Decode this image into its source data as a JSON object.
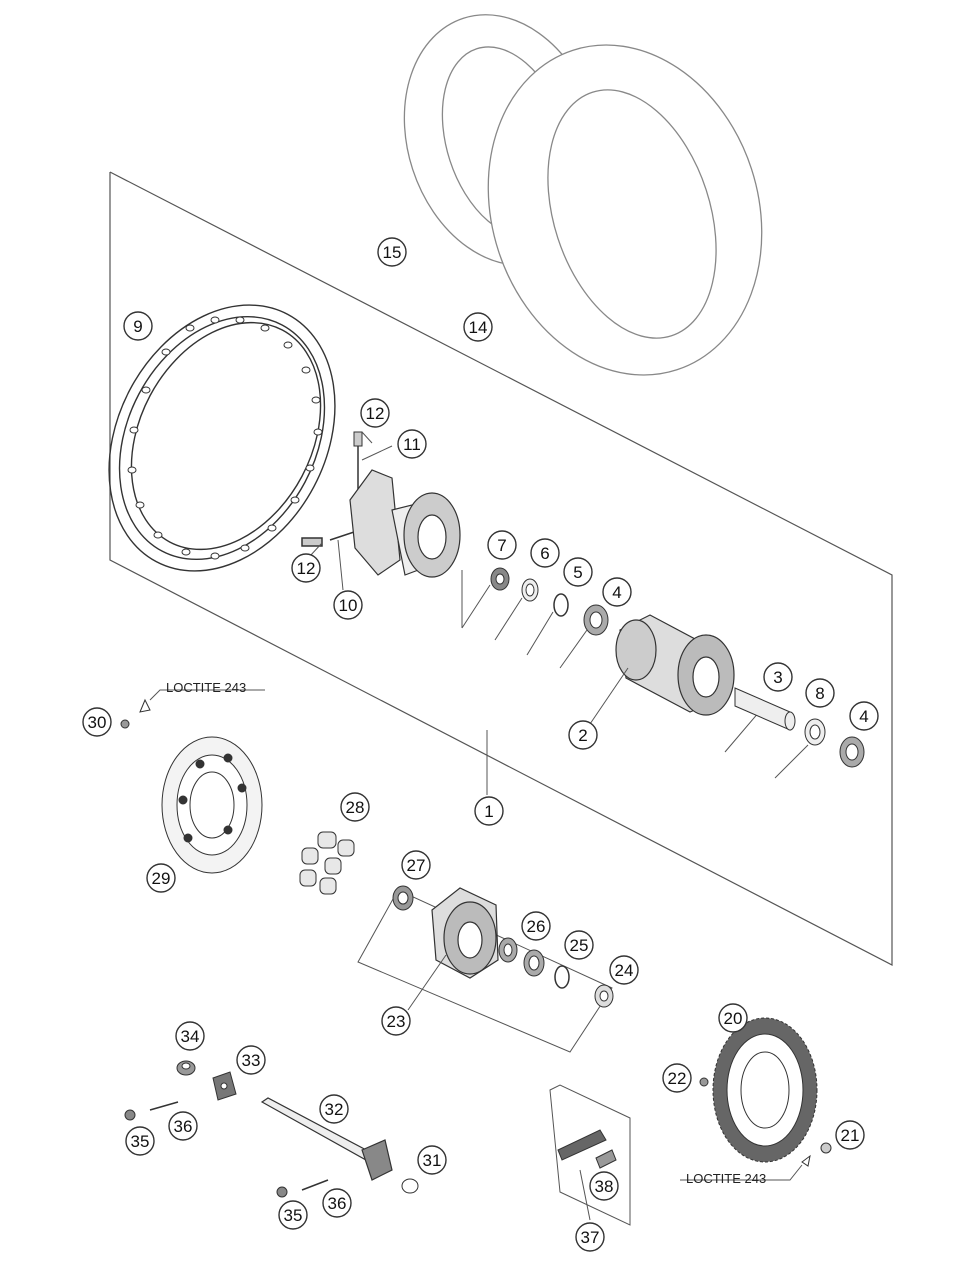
{
  "diagram": {
    "callouts": [
      "1",
      "2",
      "3",
      "4",
      "4",
      "5",
      "6",
      "7",
      "8",
      "9",
      "10",
      "11",
      "12",
      "12",
      "14",
      "15",
      "20",
      "21",
      "22",
      "23",
      "24",
      "25",
      "26",
      "27",
      "28",
      "29",
      "30",
      "31",
      "32",
      "33",
      "34",
      "35",
      "35",
      "36",
      "36",
      "37",
      "38"
    ],
    "notes": {
      "loctite_top": "LOCTITE 243",
      "loctite_bottom": "LOCTITE 243"
    },
    "colors": {
      "line": "#333333",
      "light": "#888888",
      "part_fill": "#d8d8d8",
      "dark_fill": "#555555"
    }
  }
}
